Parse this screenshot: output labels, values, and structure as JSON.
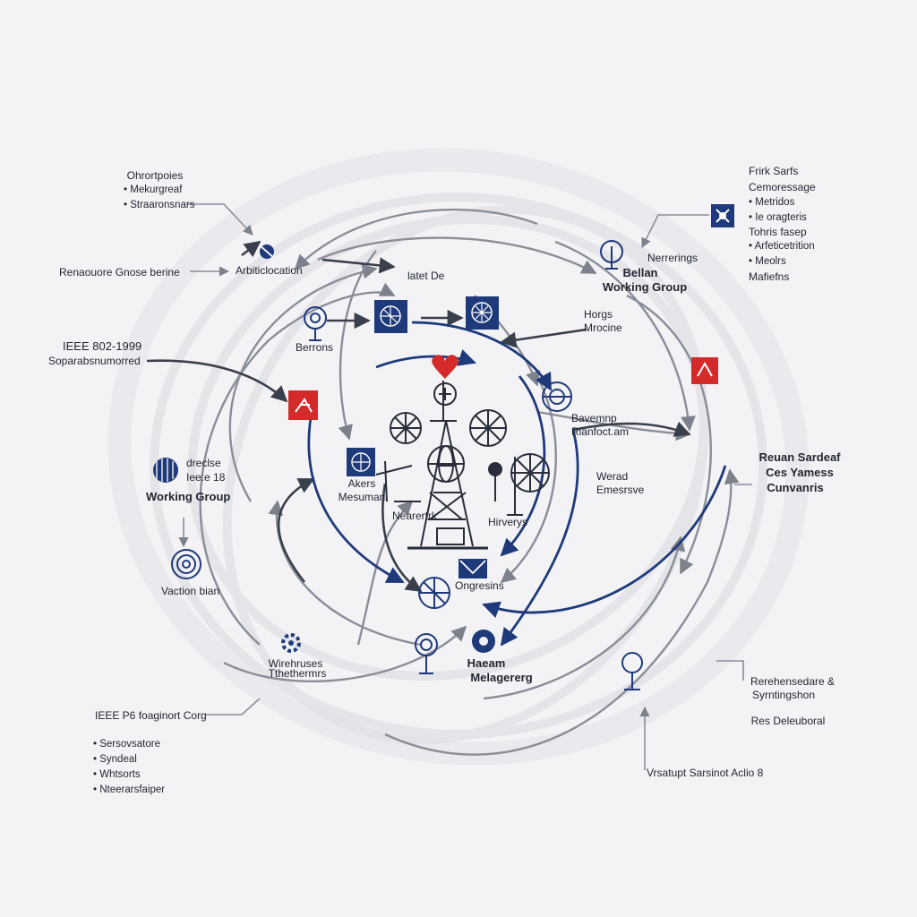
{
  "colors": {
    "navy": "#1f3a7a",
    "red": "#d42a2a",
    "gray": "#8a8e98",
    "bg": "#f3f3f6"
  },
  "labels": {
    "tl_heading": "Ohrortpoies",
    "tl_items": [
      "Mekurgreaf",
      "Straaronsnars"
    ],
    "renounce": "Renaouore Gnose berine",
    "arbitration": "Arbiticlocation",
    "latet": "latet De",
    "bellan_1": "Bellan",
    "bellan_2": "Working Group",
    "nerrings": "Nerrerings",
    "tr_heading": "Frirk Sarfs",
    "tr_sub": "Cemoressage",
    "tr_items": [
      "Metridos",
      "Ie oragteris"
    ],
    "tr_line2": "Tohris fasep",
    "tr_line3": "Arfeticetrition",
    "tr_items2": [
      "Meolrs"
    ],
    "tr_line4": "Mafiefns",
    "ieee_1": "IEEE 802-1999",
    "ieee_2": "Soparabsnumorred",
    "berrons": "Berrons",
    "horgs_1": "Horgs",
    "horgs_2": "Mrocine",
    "bavemnp_1": "Bavemnp",
    "bavemnp_2": "Rianfoct.am",
    "dreclse_1": "dreclse",
    "dreclse_2": "Iee:e 18",
    "dreclse_3": "Working Group",
    "akers_1": "Akers",
    "akers_2": "Mesuman",
    "nearerk": "Nearertrk",
    "hirverys": "Hirverys",
    "weral_1": "Werad",
    "weral_2": "Emesrsve",
    "reuan_1": "Reuan Sardeaf",
    "reuan_2": "Ces Yamess",
    "reuan_3": "Cunvanris",
    "vaction": "Vaction bian",
    "ongresins": "Ongresins",
    "wirehruses_1": "Wirehruses",
    "wirehruses_2": "Tthethermrs",
    "haeam_1": "Haeam",
    "haeam_2": "Melagererg",
    "ieee_p6": "IEEE P6 foaginort Corg",
    "bl_items": [
      "Sersovsatore",
      "Syndeal",
      "Whtsorts",
      "Nteerarsfaiper"
    ],
    "rerehens_1": "Rerehensedare &",
    "rerehens_2": "Syrntingshon",
    "res_del": "Res Deleuboral",
    "vrsatupt": "Vrsatupt Sarsinot Aclio 8"
  }
}
